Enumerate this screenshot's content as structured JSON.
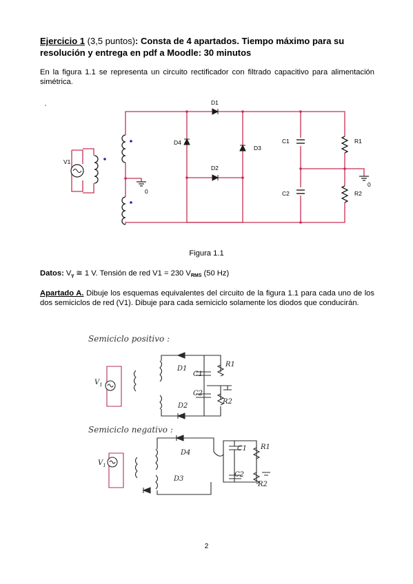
{
  "title": {
    "exercise": "Ejercicio 1",
    "points": " (3,5 puntos)",
    "rest": ": Consta de 4 apartados. Tiempo máximo para su resolución y entrega en pdf a Moodle: 30 minutos"
  },
  "intro": "En la figura 1.1 se representa un circuito rectificador con filtrado capacitivo para alimentación simétrica.",
  "circuit_labels": {
    "d1": "D1",
    "d2": "D2",
    "d3": "D3",
    "d4": "D4",
    "c1": "C1",
    "c2": "C2",
    "r1": "R1",
    "r2": "R2",
    "v1": "V1",
    "gnd_left": "0",
    "gnd_right": "0"
  },
  "figure_caption": "Figura 1.1",
  "datos": {
    "label": "Datos:",
    "vgamma_symbol": "V",
    "vgamma_sub": "γ",
    "vgamma_value": " ≅ 1 V. Tensión de red V1 = 230 V",
    "rms_sub": "RMS",
    "freq": " (50 Hz)"
  },
  "apartado": {
    "label": "Apartado A.",
    "text": " Dibuje los esquemas equivalentes del circuito de la figura 1.1 para cada uno de los dos semiciclos de red (V1). Dibuje para cada semiciclo solamente los diodos que conducirán."
  },
  "handwritten": {
    "positive_title": "Semiciclo positivo :",
    "negative_title": "Semiciclo negativo :",
    "v1": "V",
    "v1_sub": "1",
    "d1": "D1",
    "d2": "D2",
    "d3": "D3",
    "d4": "D4",
    "c1": "C1",
    "c2": "C2",
    "r1": "R1",
    "r2": "R2"
  },
  "page_number": "2",
  "colors": {
    "wire": "#c43050",
    "ink": "#1a1a1a",
    "node": "#d0206a",
    "dot": "#1a2aa8",
    "pencil": "#333333"
  }
}
